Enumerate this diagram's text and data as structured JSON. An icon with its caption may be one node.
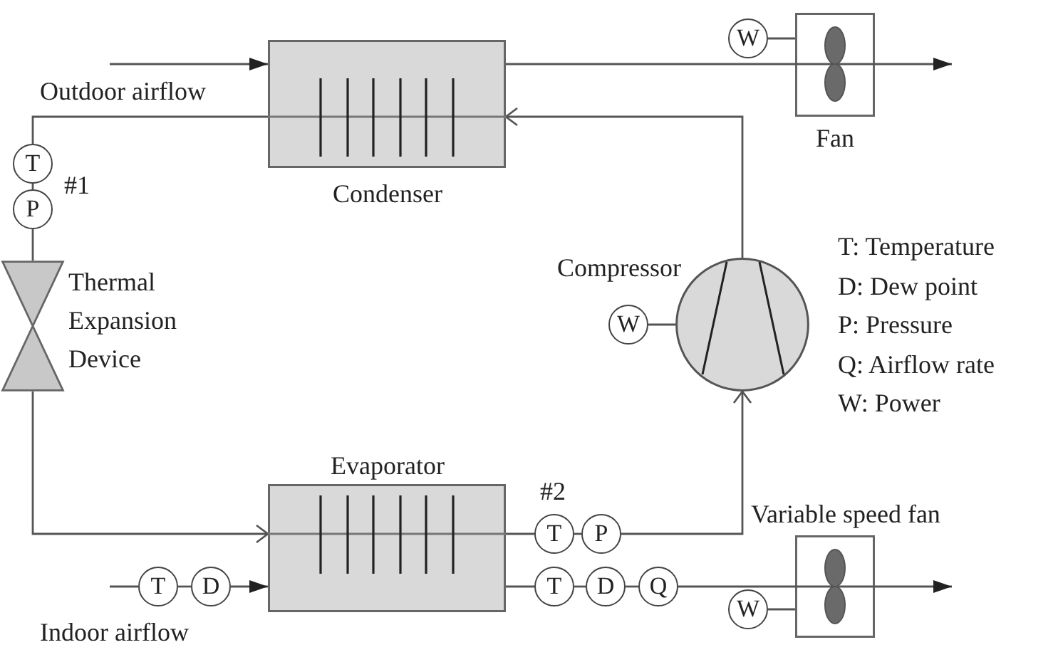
{
  "diagram": {
    "nodes": [
      {
        "text": [
          "Condenser"
        ]
      },
      {
        "text": [
          "W"
        ]
      },
      {
        "text": [
          "Fan"
        ]
      },
      {
        "text": [
          "T"
        ],
        "beside": [
          "#1"
        ]
      },
      {
        "text": [
          "P"
        ]
      },
      {
        "text": [
          "Thermal Expansion Device"
        ]
      },
      {
        "text": [
          "Compressor"
        ]
      },
      {
        "text": [
          "W"
        ]
      },
      {
        "text": [
          "Evaporator"
        ]
      },
      {
        "text": [
          "T"
        ],
        "beside": [
          "#2"
        ]
      },
      {
        "text": [
          "P"
        ]
      },
      {
        "text": [
          "T"
        ]
      },
      {
        "text": [
          "D"
        ]
      },
      {
        "text": [
          "T"
        ]
      },
      {
        "text": [
          "D"
        ]
      },
      {
        "text": [
          "Q"
        ]
      },
      {
        "text": [
          "W"
        ]
      },
      {
        "text": [
          "Variable speed fan"
        ]
      }
    ],
    "edges": [
      {
        "from": null,
        "to": 0,
        "arrow": "to",
        "label": "Outdoor airflow"
      },
      {
        "from": 0,
        "to": 2,
        "arrow": "none"
      },
      {
        "from": 2,
        "to": null,
        "arrow": "to"
      },
      {
        "from": 1,
        "to": 2,
        "arrow": "none"
      },
      {
        "from": 6,
        "to": 0,
        "arrow": "to"
      },
      {
        "from": 0,
        "to": 3,
        "arrow": "none"
      },
      {
        "from": 3,
        "to": 4,
        "arrow": "none"
      },
      {
        "from": 4,
        "to": 5,
        "arrow": "none"
      },
      {
        "from": 5,
        "to": 8,
        "arrow": "to"
      },
      {
        "from": 8,
        "to": 9,
        "arrow": "none"
      },
      {
        "from": 9,
        "to": 10,
        "arrow": "none"
      },
      {
        "from": 10,
        "to": 6,
        "arrow": "to"
      },
      {
        "from": 7,
        "to": 6,
        "arrow": "none"
      },
      {
        "from": null,
        "to": 11,
        "arrow": "none",
        "label": "Indoor airflow"
      },
      {
        "from": 11,
        "to": 12,
        "arrow": "none"
      },
      {
        "from": 12,
        "to": 8,
        "arrow": "to"
      },
      {
        "from": 8,
        "to": 13,
        "arrow": "none"
      },
      {
        "from": 13,
        "to": 14,
        "arrow": "none"
      },
      {
        "from": 14,
        "to": 15,
        "arrow": "none"
      },
      {
        "from": 15,
        "to": 17,
        "arrow": "none"
      },
      {
        "from": 17,
        "to": null,
        "arrow": "to"
      },
      {
        "from": 16,
        "to": 17,
        "arrow": "none"
      }
    ],
    "labels": [
      "T: Temperature",
      "D: Dew point",
      "P: Pressure",
      "Q: Airflow rate",
      "W: Power"
    ]
  }
}
